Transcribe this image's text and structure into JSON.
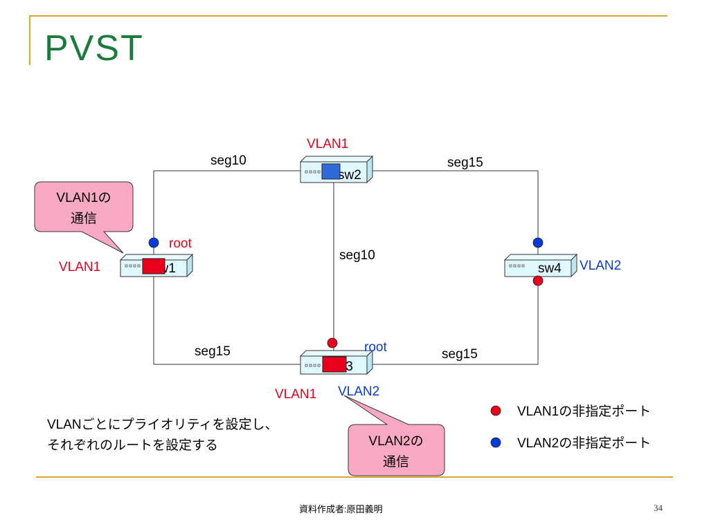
{
  "slide": {
    "title": "PVST",
    "note_line1": "VLANごとにプライオリティを設定し、",
    "note_line2": "それぞれのルートを設定する",
    "footer_author": "資料作成者:原田義明",
    "page_number": "34"
  },
  "colors": {
    "title": "#1c7a3c",
    "frame": "#d9a52a",
    "vlan1": "#e8001c",
    "vlan2": "#0a3ad6",
    "callout_fill": "#f9a8c6",
    "switch_fill": "#dff7ff"
  },
  "switches": {
    "sw1": {
      "label": "sw1"
    },
    "sw2": {
      "label": "sw2"
    },
    "sw3": {
      "label": "sw3"
    },
    "sw4": {
      "label": "sw4"
    }
  },
  "segments": {
    "top_left": "seg10",
    "top_right": "seg15",
    "center": "seg10",
    "bottom_left": "seg15",
    "bottom_right": "seg15"
  },
  "vlan_labels": {
    "sw2_vlan1": "VLAN1",
    "sw1_vlan1": "VLAN1",
    "sw4_vlan2": "VLAN2",
    "sw3_vlan1": "VLAN1",
    "sw3_vlan2": "VLAN2"
  },
  "root_labels": {
    "sw1": "root",
    "sw3": "root"
  },
  "callouts": {
    "vlan1": {
      "line1": "VLAN1の",
      "line2": "通信"
    },
    "vlan2": {
      "line1": "VLAN2の",
      "line2": "通信"
    }
  },
  "legend": [
    {
      "label": "VLAN1の非指定ポート",
      "color": "#e8001c"
    },
    {
      "label": "VLAN2の非指定ポート",
      "color": "#0a3ad6"
    }
  ]
}
